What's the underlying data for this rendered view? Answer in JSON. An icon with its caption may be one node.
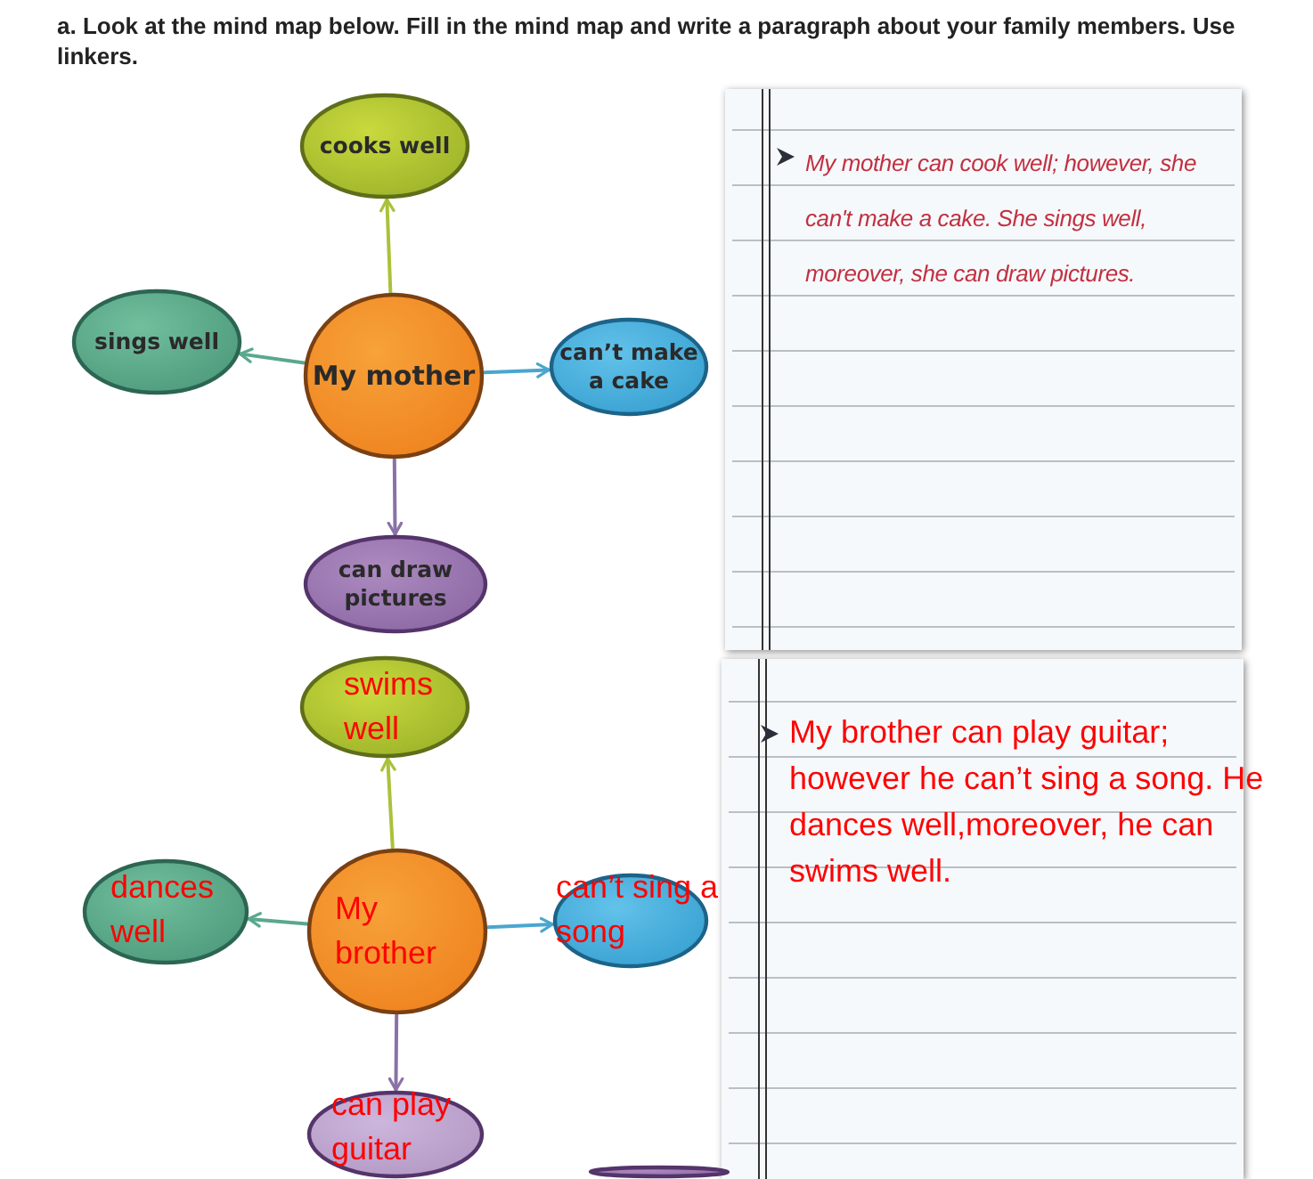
{
  "diagram": {
    "title": "a. Look at the mind map below. Fill in the mind map and write a paragraph about your family members. Use linkers.",
    "nodes": [
      {
        "text": [
          "cooks well"
        ]
      },
      {
        "text": [
          "sings well"
        ]
      },
      {
        "text": [
          "My mother"
        ]
      },
      {
        "text": [
          "can’t make a cake"
        ]
      },
      {
        "text": [
          "can draw pictures"
        ]
      },
      {
        "text": [
          "My mother can cook well; however, she can't make a cake. She sings well, moreover, she can draw pictures."
        ]
      },
      {
        "text": [
          "swims well"
        ]
      },
      {
        "text": [
          "dances well"
        ]
      },
      {
        "text": [
          "My brother"
        ]
      },
      {
        "text": [
          "can’t sing a song"
        ]
      },
      {
        "text": [
          "can play guitar"
        ]
      },
      {
        "text": [
          "My brother can play guitar; however he can’t sing a song. He dances well,moreover, he can swims well."
        ]
      },
      {
        "text": [],
        "shape": "ellipse"
      }
    ],
    "edges": [
      {
        "from": 2,
        "to": 0,
        "arrow": "to",
        "color": "#a9c23a"
      },
      {
        "from": 2,
        "to": 1,
        "arrow": "to",
        "color": "#5aa88e"
      },
      {
        "from": 2,
        "to": 3,
        "arrow": "to",
        "color": "#4aa6cf"
      },
      {
        "from": 2,
        "to": 4,
        "arrow": "to",
        "color": "#8a72a8"
      },
      {
        "from": 8,
        "to": 6,
        "arrow": "to",
        "color": "#a9c23a"
      },
      {
        "from": 8,
        "to": 7,
        "arrow": "to",
        "color": "#5aa88e"
      },
      {
        "from": 8,
        "to": 9,
        "arrow": "to",
        "color": "#4aa6cf"
      },
      {
        "from": 8,
        "to": 10,
        "arrow": "to",
        "color": "#8a72a8"
      }
    ]
  }
}
